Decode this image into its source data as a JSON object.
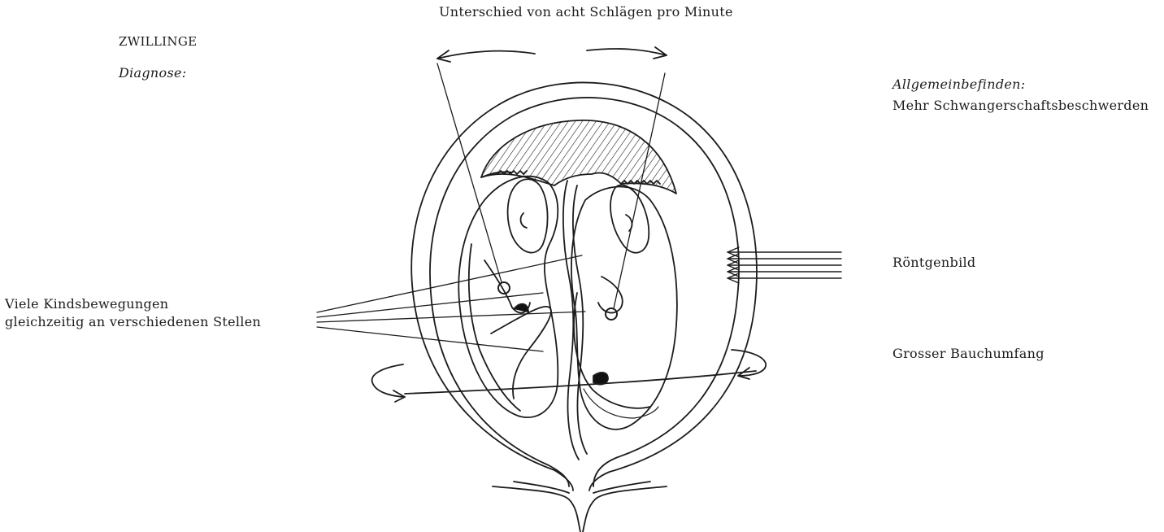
{
  "title": "ZWILLINGE",
  "diagnosis_heading": "Diagnose:",
  "top_label": "Unterschied von acht Schlägen pro Minute",
  "general_heading": "Allgemeinbefinden:",
  "general_text": "Mehr Schwangerschaftsbeschwerden",
  "xray_label": "Röntgenbild",
  "abdomen_label": "Grosser Bauchumfang",
  "movements_line1": "Viele Kindsbewegungen",
  "movements_line2": "gleichzeitig an verschiedenen Stellen"
}
